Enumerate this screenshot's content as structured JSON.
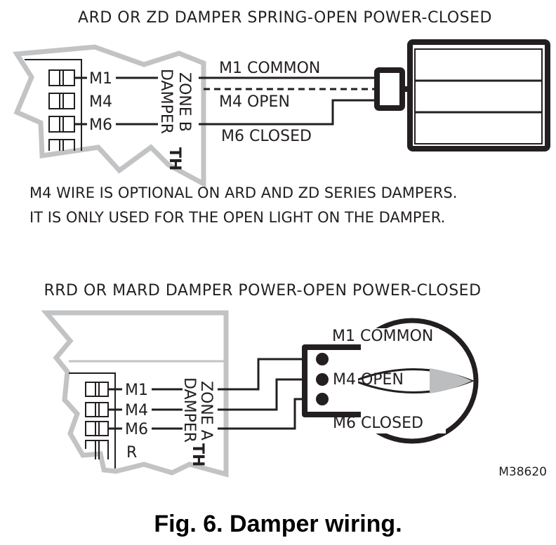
{
  "top_diagram": {
    "title": "ARD OR ZD DAMPER SPRING-OPEN POWER-CLOSED",
    "terminals": [
      "M1",
      "M4",
      "M6"
    ],
    "zone_label_1": "ZONE B",
    "zone_label_2": "DAMPER",
    "board_fragment": "TH",
    "wires": {
      "m1": "M1 COMMON",
      "m4": "M4 OPEN",
      "m6": "M6 CLOSED"
    },
    "m4_style": "dashed",
    "note_line_1": "M4 WIRE IS OPTIONAL ON ARD AND ZD SERIES DAMPERS.",
    "note_line_2": "IT IS ONLY USED FOR THE OPEN LIGHT ON THE DAMPER."
  },
  "bottom_diagram": {
    "title": "RRD OR MARD DAMPER POWER-OPEN POWER-CLOSED",
    "terminals": [
      "M1",
      "M4",
      "M6",
      "R"
    ],
    "zone_label_1": "ZONE A",
    "zone_label_2": "DAMPER",
    "board_fragment": "TH",
    "wires": {
      "m1": "M1 COMMON",
      "m4": "M4 OPEN",
      "m6": "M6 CLOSED"
    }
  },
  "figure_code": "M38620",
  "caption": "Fig. 6. Damper wiring."
}
